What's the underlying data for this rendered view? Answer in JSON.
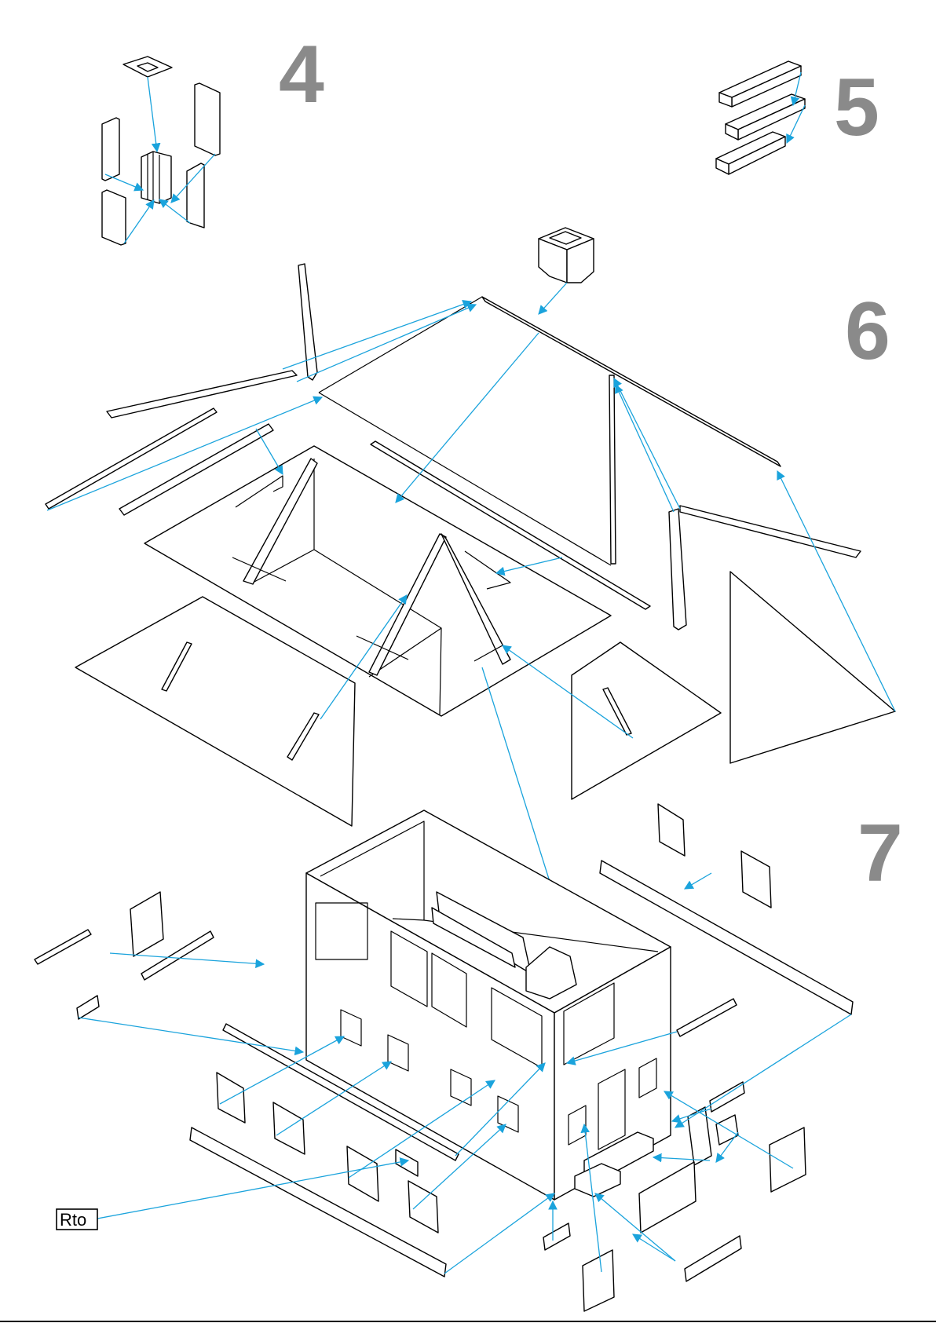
{
  "steps": {
    "s4": "4",
    "s5": "5",
    "s6": "6",
    "s7": "7"
  },
  "label": {
    "rto": "Rto"
  },
  "colors": {
    "arrow": "#1aa3dc",
    "step_number": "#8a8a8a",
    "line": "#000000",
    "background": "#ffffff"
  }
}
